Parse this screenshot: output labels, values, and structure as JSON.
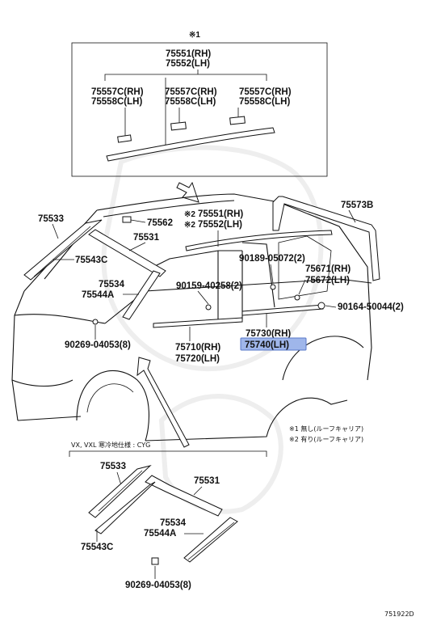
{
  "marks": {
    "mark1": "※1",
    "mark2": "※2"
  },
  "labels": {
    "p75551_top": "75551(RH)",
    "p75552_top": "75552(LH)",
    "p75557c_a": "75557C(RH)",
    "p75558c_a": "75558C(LH)",
    "p75557c_b": "75557C(RH)",
    "p75558c_b": "75558C(LH)",
    "p75557c_c": "75557C(RH)",
    "p75558c_c": "75558C(LH)",
    "p75533": "75533",
    "p75562": "75562",
    "p75551_mid": "75551(RH)",
    "p75552_mid": "75552(LH)",
    "p75573b": "75573B",
    "p75531": "75531",
    "p75543c": "75543C",
    "p90189": "90189-05072(2)",
    "p75671": "75671(RH)",
    "p75672": "75672(LH)",
    "p75534": "75534",
    "p75544a": "75544A",
    "p90159": "90159-40258(2)",
    "p90164": "90164-50044(2)",
    "p90269_mid": "90269-04053(8)",
    "p75730": "75730(RH)",
    "p75740": "75740(LH)",
    "p75710": "75710(RH)",
    "p75720": "75720(LH)",
    "p75533_b": "75533",
    "p75531_b": "75531",
    "p75534_b": "75534",
    "p75544a_b": "75544A",
    "p75543c_b": "75543C",
    "p90269_b": "90269-04053(8)"
  },
  "notes": {
    "n1": "※1 無し(ルーフキャリア)",
    "n2": "※2 有り(ルーフキャリア)",
    "variant": "VX, VXL 寒冷地仕様 : CYG"
  },
  "diagram_id": "751922D",
  "highlight_color": "#9fb6ea",
  "highlight_border": "#5a78c8"
}
